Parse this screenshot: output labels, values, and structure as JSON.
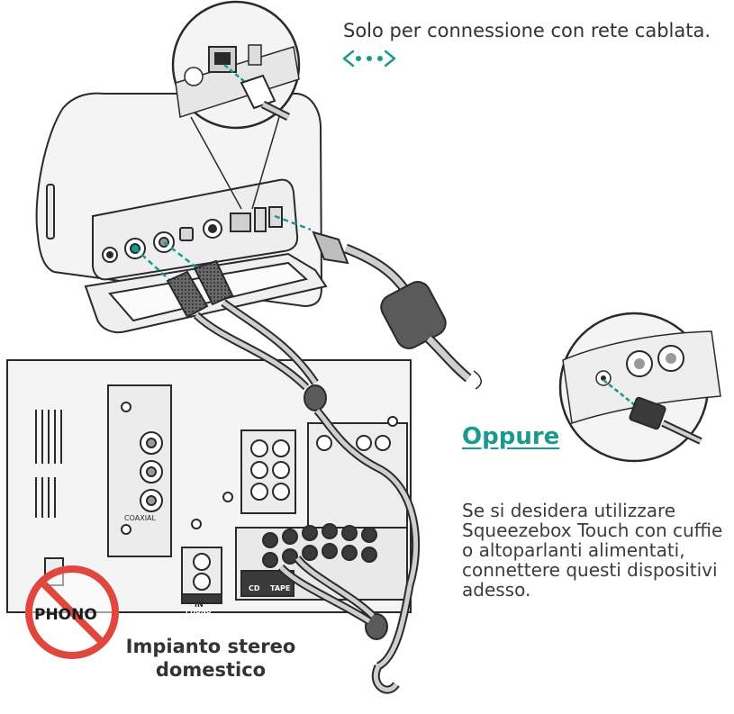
{
  "wired_note": "Solo per connessione con rete cablata.",
  "or_label": "Oppure",
  "headphones_note": [
    "Se si desidera utilizzare",
    "Squeezebox Touch con cuffie",
    "o altoparlanti alimentati,",
    "connettere questi dispositivi",
    "adesso."
  ],
  "stereo_caption": [
    "Impianto stereo",
    "domestico"
  ],
  "labels": {
    "phono_prohibited": "PHONO",
    "coaxial": "COAXIAL",
    "in": "IN",
    "phono": "PHONO",
    "cd": "CD",
    "tape": "TAPE"
  },
  "colors": {
    "accent": "#1a9a8e",
    "prohibit": "#e0473f",
    "line": "#2a2a2a",
    "device_fill": "#f4f4f4"
  },
  "icons": [
    "ethernet-icon",
    "prohibited-icon"
  ]
}
